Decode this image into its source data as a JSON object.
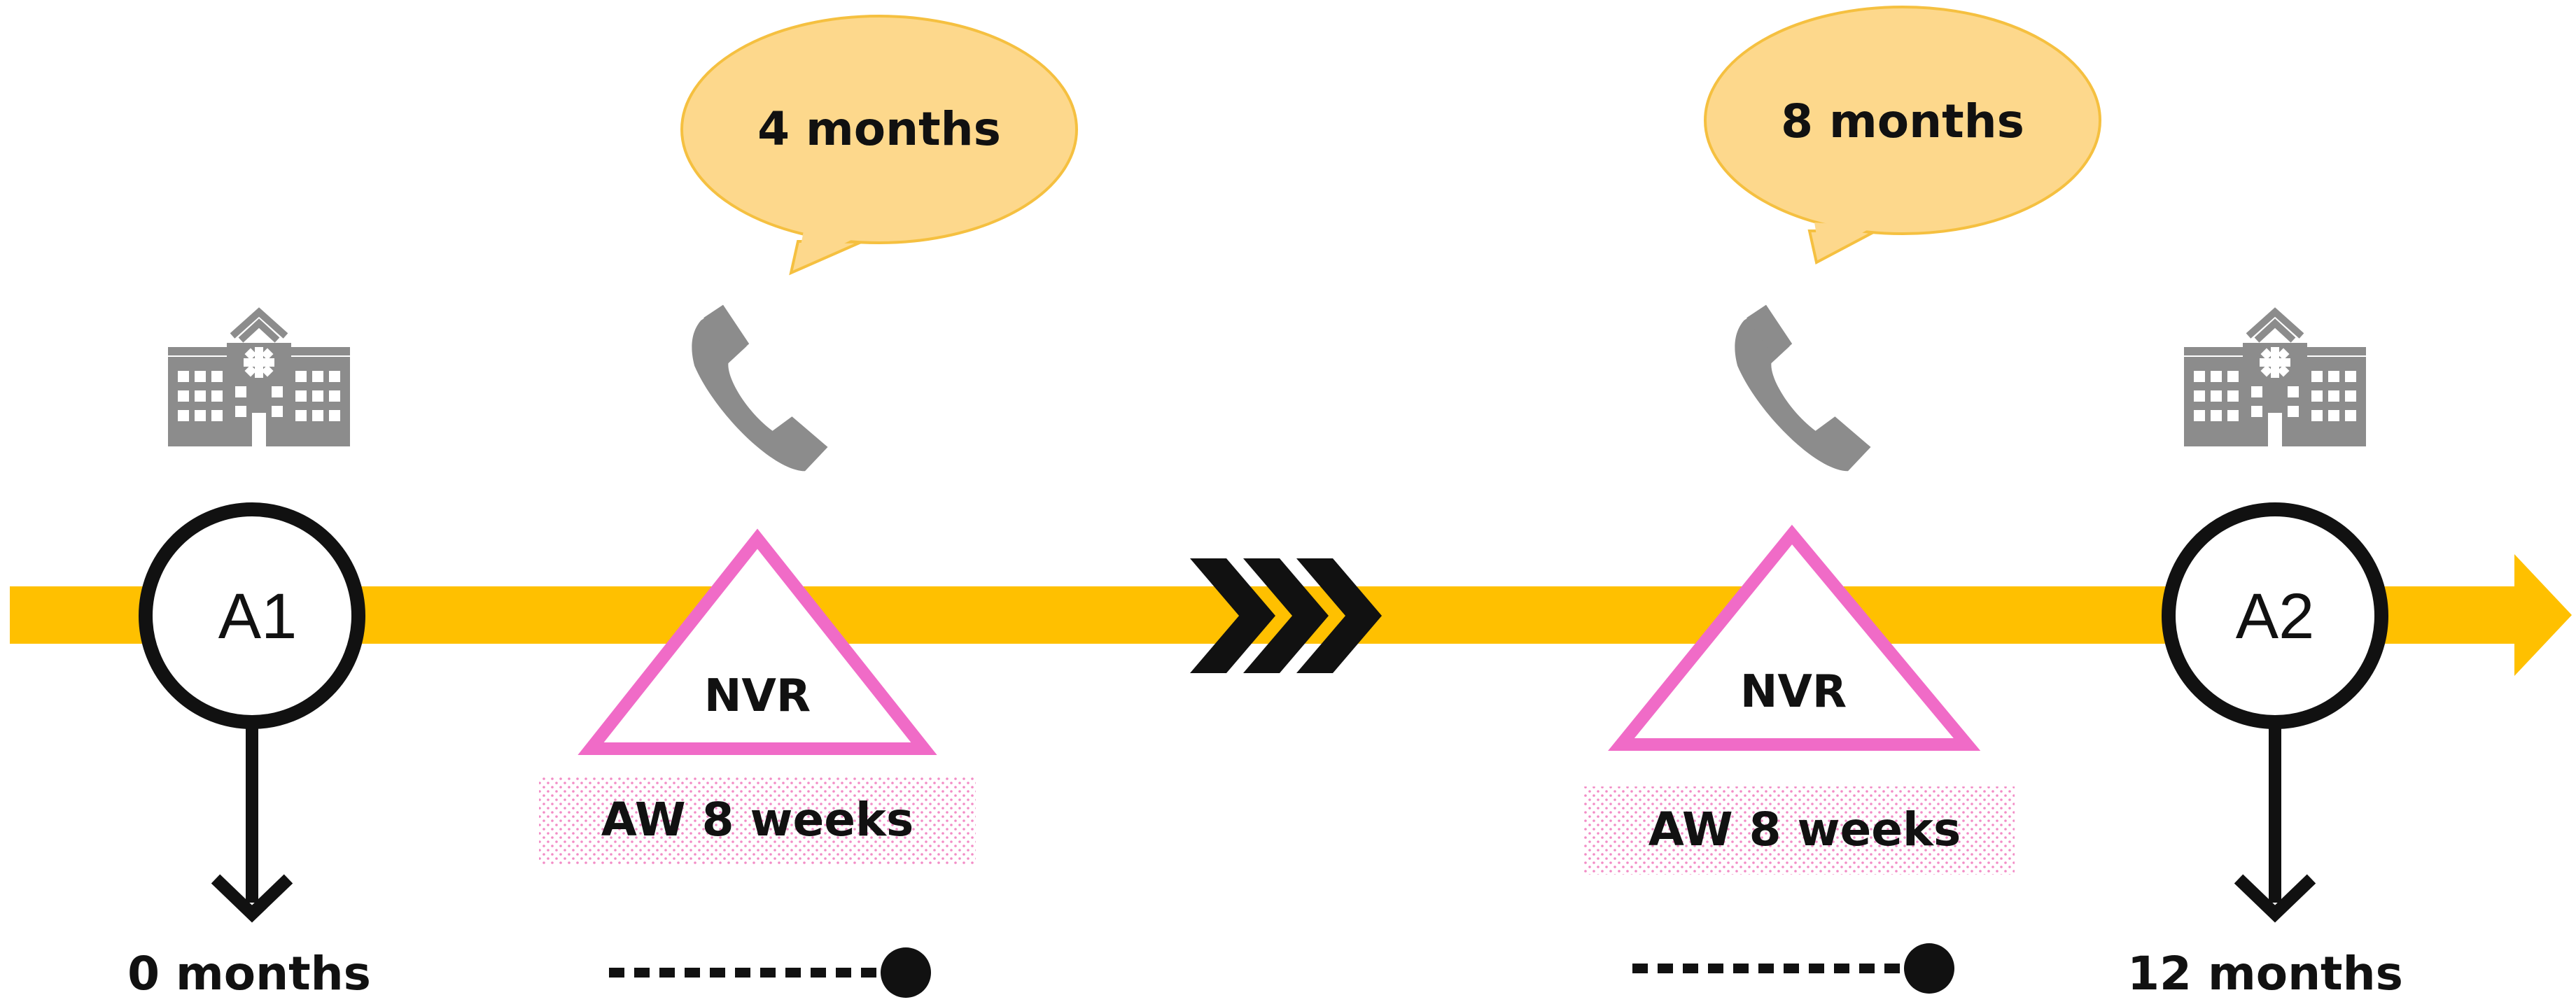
{
  "colors": {
    "timeline": "#FFC000",
    "bubble_fill": "#FDD88C",
    "bubble_stroke": "#F5C040",
    "triangle": "#F06BC7",
    "icon_gray": "#8C8C8C",
    "ink": "#111111"
  },
  "milestones": {
    "start": {
      "circle_label": "A1",
      "time_label": "0 months",
      "icon": "hospital-icon"
    },
    "end": {
      "circle_label": "A2",
      "time_label": "12 months",
      "icon": "hospital-icon"
    }
  },
  "calls": [
    {
      "bubble_text": "4 months",
      "triangle_label": "NVR",
      "window_label": "AW 8 weeks",
      "icon": "phone-icon"
    },
    {
      "bubble_text": "8 months",
      "triangle_label": "NVR",
      "window_label": "AW 8 weeks",
      "icon": "phone-icon"
    }
  ],
  "decor": {
    "chevrons": "triple-chevron-right-icon"
  }
}
